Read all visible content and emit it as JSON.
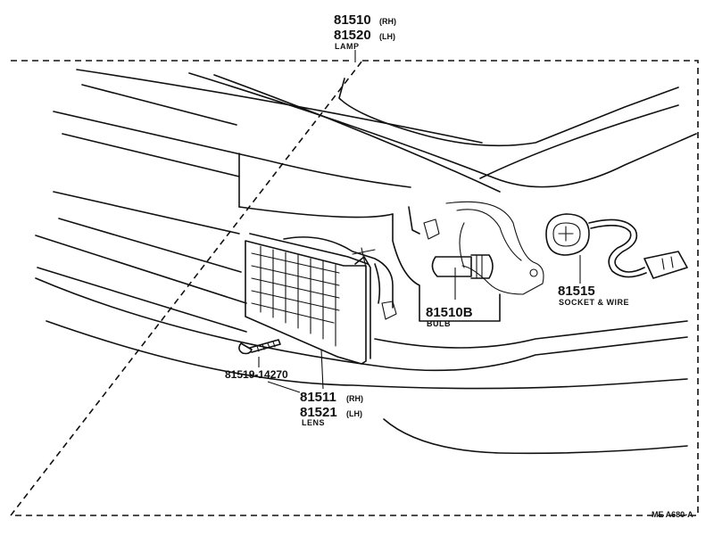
{
  "callouts": {
    "lamp": {
      "pn_rh": "81510",
      "sfx_rh": "(RH)",
      "pn_lh": "81520",
      "sfx_lh": "(LH)",
      "desc": "LAMP"
    },
    "socket": {
      "pn": "81515",
      "desc": "SOCKET & WIRE"
    },
    "bulb": {
      "pn": "81510B",
      "desc": "BULB"
    },
    "screw": {
      "pn": "81519-14270"
    },
    "lens": {
      "pn_rh": "81511",
      "sfx_rh": "(RH)",
      "pn_lh": "81521",
      "sfx_lh": "(LH)",
      "desc": "LENS"
    }
  },
  "footer": {
    "code": "ME  A680-A"
  }
}
